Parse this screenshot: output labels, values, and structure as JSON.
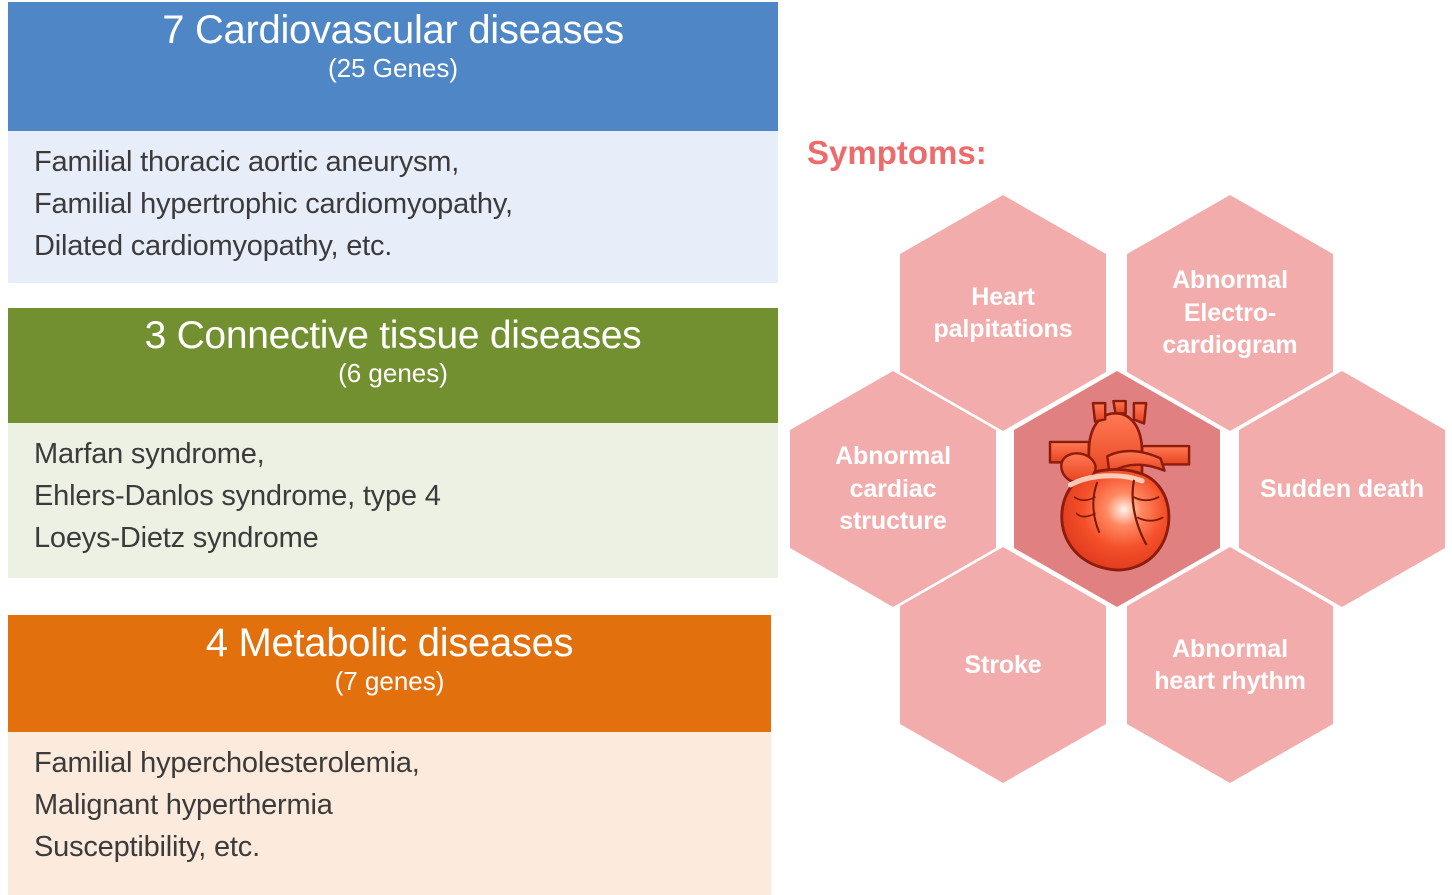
{
  "disease_panels": [
    {
      "name": "cardiovascular",
      "title": "7 Cardiovascular diseases",
      "subtitle": "(25 Genes)",
      "header_color": "#4F86C6",
      "body_color": "#E8EEF9",
      "lines": [
        "Familial thoracic aortic aneurysm,",
        "Familial hypertrophic cardiomyopathy,",
        "Dilated cardiomyopathy, etc."
      ]
    },
    {
      "name": "connective-tissue",
      "title": "3 Connective tissue diseases",
      "subtitle": "(6 genes)",
      "header_color": "#72902F",
      "body_color": "#EDF1E4",
      "lines": [
        "Marfan syndrome,",
        "Ehlers-Danlos syndrome, type 4",
        "Loeys-Dietz syndrome"
      ]
    },
    {
      "name": "metabolic",
      "title": "4 Metabolic diseases",
      "subtitle": "(7 genes)",
      "header_color": "#E2700D",
      "body_color": "#FCEADC",
      "lines": [
        "Familial hypercholesterolemia,",
        "Malignant hyperthermia",
        "Susceptibility, etc."
      ]
    }
  ],
  "symptoms": {
    "heading": "Symptoms:",
    "heading_color": "#ED6B6B",
    "hex_color": "#F2ACAC",
    "center_hex_color": "#E08080",
    "center_icon": "anatomical-heart-icon",
    "items": [
      {
        "name": "heart-palpitations",
        "label": "Heart palpitations"
      },
      {
        "name": "abnormal-electrocardiogram",
        "label": "Abnormal Electro- cardiogram"
      },
      {
        "name": "abnormal-cardiac-structure",
        "label": "Abnormal cardiac structure"
      },
      {
        "name": "sudden-death",
        "label": "Sudden death"
      },
      {
        "name": "stroke",
        "label": "Stroke"
      },
      {
        "name": "abnormal-heart-rhythm",
        "label": "Abnormal heart rhythm"
      }
    ]
  }
}
